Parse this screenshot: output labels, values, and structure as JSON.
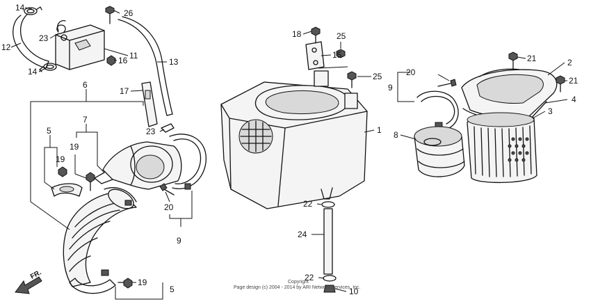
{
  "figure": {
    "front_label": "FR.",
    "copyright_line1": "Copyright",
    "copyright_line2": "Page design (c) 2004 - 2014 by ARI Network Services, Inc."
  },
  "callouts": [
    {
      "id": "c14a",
      "text": "14"
    },
    {
      "id": "c26",
      "text": "26"
    },
    {
      "id": "c23a",
      "text": "23"
    },
    {
      "id": "c12",
      "text": "12"
    },
    {
      "id": "c11",
      "text": "11"
    },
    {
      "id": "c16",
      "text": "16"
    },
    {
      "id": "c13",
      "text": "13"
    },
    {
      "id": "c14b",
      "text": "14"
    },
    {
      "id": "c6",
      "text": "6"
    },
    {
      "id": "c17",
      "text": "17"
    },
    {
      "id": "c7",
      "text": "7"
    },
    {
      "id": "c5a",
      "text": "5"
    },
    {
      "id": "c19a",
      "text": "19"
    },
    {
      "id": "c19b",
      "text": "19"
    },
    {
      "id": "c23b",
      "text": "23"
    },
    {
      "id": "c20a",
      "text": "20"
    },
    {
      "id": "c9a",
      "text": "9"
    },
    {
      "id": "c18",
      "text": "18"
    },
    {
      "id": "c25a",
      "text": "25"
    },
    {
      "id": "c15",
      "text": "15"
    },
    {
      "id": "c25b",
      "text": "25"
    },
    {
      "id": "c1",
      "text": "1"
    },
    {
      "id": "c22a",
      "text": "22"
    },
    {
      "id": "c24",
      "text": "24"
    },
    {
      "id": "c22b",
      "text": "22"
    },
    {
      "id": "c10",
      "text": "10"
    },
    {
      "id": "c20b",
      "text": "20"
    },
    {
      "id": "c9b",
      "text": "9"
    },
    {
      "id": "c8",
      "text": "8"
    },
    {
      "id": "c21a",
      "text": "21"
    },
    {
      "id": "c2",
      "text": "2"
    },
    {
      "id": "c21b",
      "text": "21"
    },
    {
      "id": "c4",
      "text": "4"
    },
    {
      "id": "c3",
      "text": "3"
    },
    {
      "id": "c19c",
      "text": "19"
    },
    {
      "id": "c5b",
      "text": "5"
    }
  ]
}
